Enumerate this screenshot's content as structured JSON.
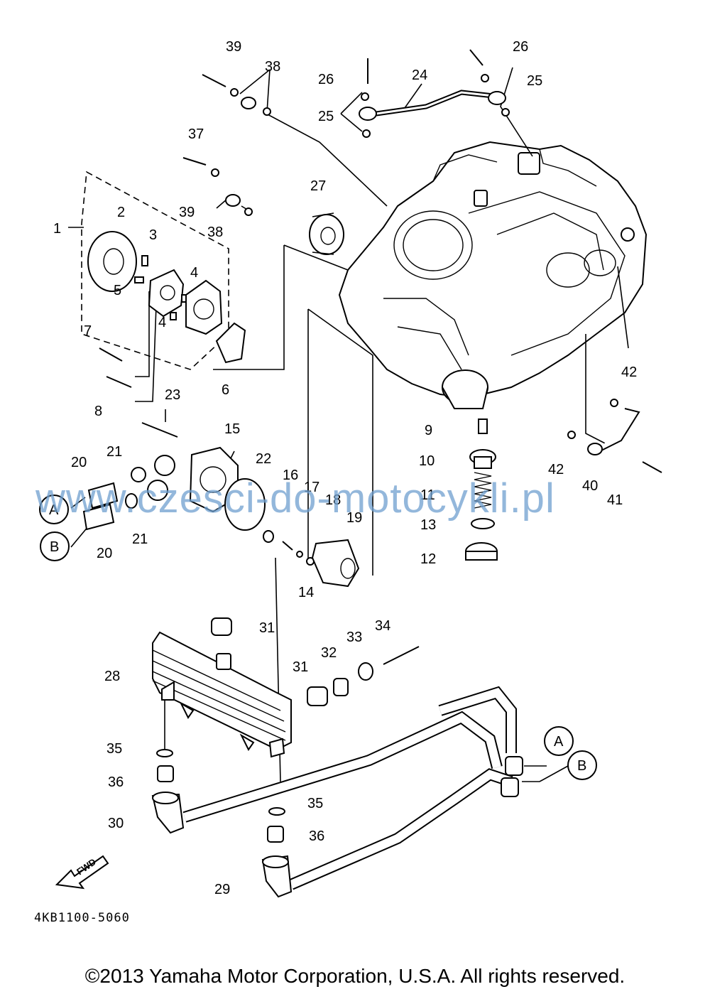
{
  "diagram": {
    "callouts": {
      "c1": "1",
      "c2": "2",
      "c3": "3",
      "c4a": "4",
      "c4b": "4",
      "c5": "5",
      "c6": "6",
      "c7": "7",
      "c8": "8",
      "c9": "9",
      "c10": "10",
      "c11": "11",
      "c12": "12",
      "c13": "13",
      "c14": "14",
      "c15": "15",
      "c16": "16",
      "c17": "17",
      "c18": "18",
      "c19": "19",
      "c20a": "20",
      "c20b": "20",
      "c21a": "21",
      "c21b": "21",
      "c22": "22",
      "c23": "23",
      "c24": "24",
      "c25a": "25",
      "c25b": "25",
      "c26a": "26",
      "c26b": "26",
      "c27": "27",
      "c28": "28",
      "c29": "29",
      "c30": "30",
      "c31a": "31",
      "c31b": "31",
      "c32": "32",
      "c33": "33",
      "c34": "34",
      "c35a": "35",
      "c35b": "35",
      "c36a": "36",
      "c36b": "36",
      "c37": "37",
      "c38a": "38",
      "c38b": "38",
      "c39a": "39",
      "c39b": "39",
      "c40": "40",
      "c41": "41",
      "c42a": "42",
      "c42b": "42"
    },
    "connectors": {
      "a1": "A",
      "b1": "B",
      "a2": "A",
      "b2": "B"
    },
    "fwd_label": "FWD",
    "part_code": "4KB1100-5060"
  },
  "watermark": "www.czesci-do-motocykli.pl",
  "copyright": "©2013 Yamaha Motor Corporation, U.S.A. All rights reserved."
}
